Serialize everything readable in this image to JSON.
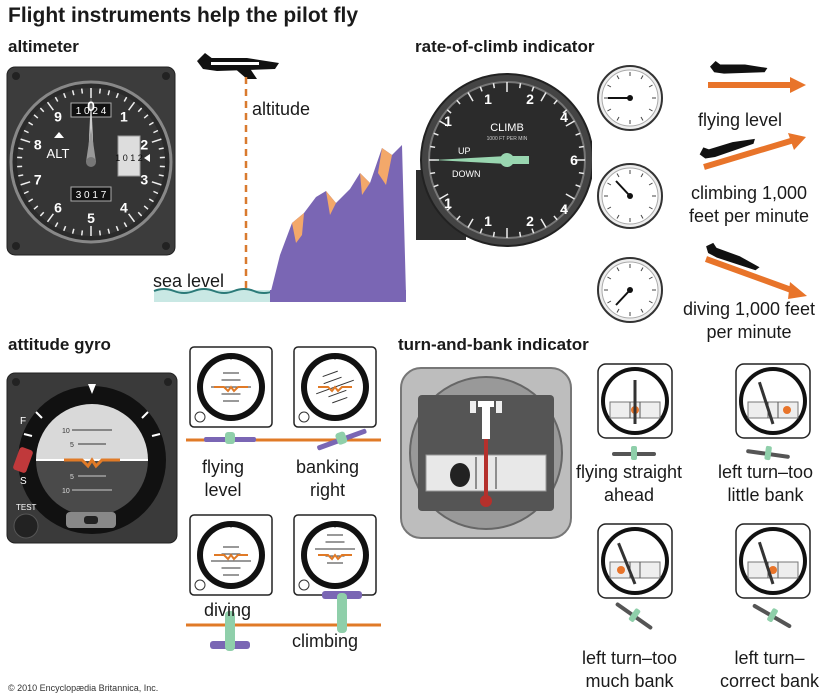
{
  "title": "Flight instruments help the pilot fly",
  "altimeter": {
    "heading": "altimeter",
    "dial_label": "ALT",
    "window_top": "1 0 2 4",
    "window_bottom": "3 0 1 7",
    "drum": "1 0 1 2",
    "dial_numbers": [
      "0",
      "1",
      "2",
      "3",
      "4",
      "5",
      "6",
      "7",
      "8",
      "9"
    ],
    "altitude_label": "altitude",
    "sea_level_label": "sea level"
  },
  "rate_of_climb": {
    "heading": "rate-of-climb indicator",
    "climb_label": "CLIMB",
    "small_print": "1000 FT PER MIN",
    "up_label": "UP",
    "down_label": "DOWN",
    "ticks_top": [
      "2",
      "4",
      "6"
    ],
    "ticks_bottom": [
      "2",
      "4"
    ],
    "tick_one": "1",
    "states": [
      {
        "label": "flying level"
      },
      {
        "label": "climbing 1,000 feet per minute"
      },
      {
        "label": "diving 1,000 feet per minute"
      }
    ]
  },
  "attitude_gyro": {
    "heading": "attitude gyro",
    "f_label": "F",
    "s_label": "S",
    "test_label": "TEST",
    "pitch_labels": [
      "10",
      "5",
      "5",
      "10"
    ],
    "states": [
      {
        "line1": "flying",
        "line2": "level"
      },
      {
        "line1": "banking",
        "line2": "right"
      },
      {
        "line1": "diving",
        "line2": ""
      },
      {
        "line1": "climbing",
        "line2": ""
      }
    ]
  },
  "turn_and_bank": {
    "heading": "turn-and-bank indicator",
    "states": [
      {
        "line1": "flying straight",
        "line2": "ahead"
      },
      {
        "line1": "left turn–too",
        "line2": "little bank"
      },
      {
        "line1": "left turn–too",
        "line2": "much bank"
      },
      {
        "line1": "left turn–",
        "line2": "correct bank"
      }
    ]
  },
  "copyright": "© 2010 Encyclopædia Britannica, Inc.",
  "colors": {
    "arrow": "#e8742a",
    "ground": "#7a66b4",
    "peak": "#f3a86a",
    "panel": "#3a3a3a",
    "needle": "#99d6b0",
    "horizon": "#e07a27"
  }
}
